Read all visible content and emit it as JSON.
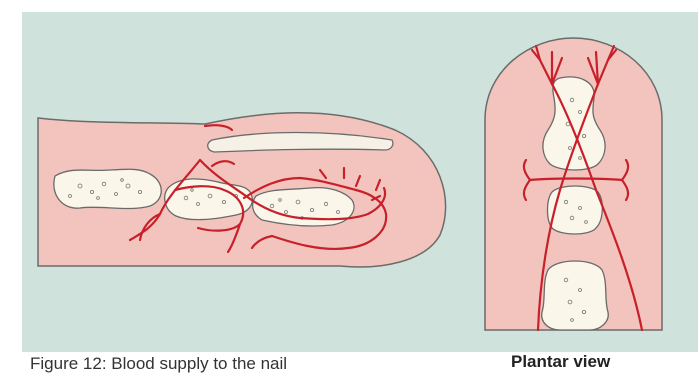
{
  "figure": {
    "caption": "Figure 12: Blood supply to the nail",
    "subcaption": "Plantar view"
  },
  "colors": {
    "background_panel": "#cfe3dc",
    "skin": "#f3c4bd",
    "skin_outline": "#6b6b6b",
    "bone": "#fbf6ea",
    "bone_outline": "#6a6a6a",
    "nail": "#f6f1e6",
    "artery": "#c8202a"
  },
  "icons": [
    "toe-side-view-illustration",
    "toe-plantar-view-illustration"
  ]
}
